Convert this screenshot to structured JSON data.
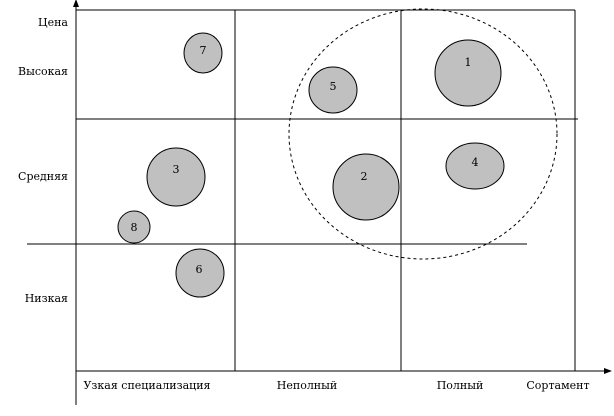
{
  "y_axis": {
    "title": "Цена",
    "levels": [
      "Высокая",
      "Средняя",
      "Низкая"
    ]
  },
  "x_axis": {
    "title": "Сортамент",
    "levels": [
      "Узкая специализация",
      "Неполный",
      "Полный"
    ]
  },
  "bubbles": [
    {
      "id": "1",
      "label": "1"
    },
    {
      "id": "2",
      "label": "2"
    },
    {
      "id": "3",
      "label": "3"
    },
    {
      "id": "4",
      "label": "4"
    },
    {
      "id": "5",
      "label": "5"
    },
    {
      "id": "6",
      "label": "6"
    },
    {
      "id": "7",
      "label": "7"
    },
    {
      "id": "8",
      "label": "8"
    }
  ],
  "colors": {
    "bubble_fill": "#c0c0c0",
    "line": "#000000",
    "background": "#ffffff"
  }
}
